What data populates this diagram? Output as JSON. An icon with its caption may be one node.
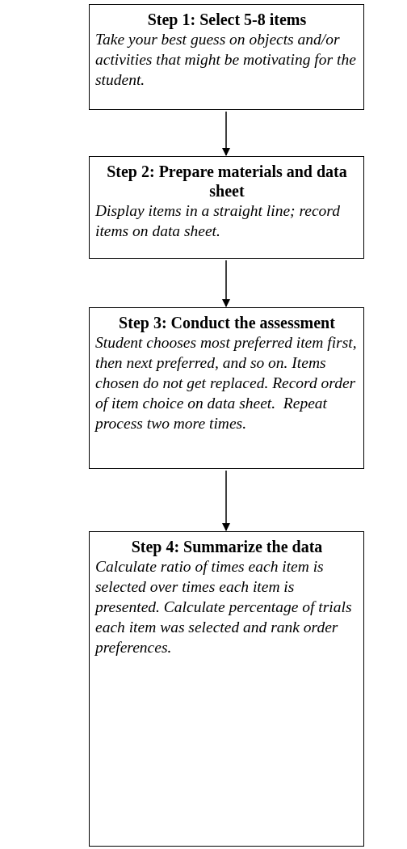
{
  "diagram": {
    "nodes": [
      {
        "text": [
          "Step 1: Select 5-8 items",
          "Take your best guess on objects and/or activities that might be motivating for the student."
        ]
      },
      {
        "text": [
          "Step 2: Prepare materials and data sheet",
          "Display items in a straight line; record items on data sheet."
        ]
      },
      {
        "text": [
          "Step 3: Conduct the assessment",
          "Student chooses most preferred item first, then next preferred, and so on. Items chosen do not get replaced. Record order of item choice on data sheet.  Repeat process two more times."
        ]
      },
      {
        "text": [
          "Step 4: Summarize the data",
          "Calculate ratio of times each item is selected over times each item is presented. Calculate percentage of trials each item was selected and rank order preferences."
        ]
      }
    ],
    "edges": [
      {
        "from": 0,
        "to": 1,
        "arrow": "to"
      },
      {
        "from": 1,
        "to": 2,
        "arrow": "to"
      },
      {
        "from": 2,
        "to": 3,
        "arrow": "to"
      }
    ]
  }
}
